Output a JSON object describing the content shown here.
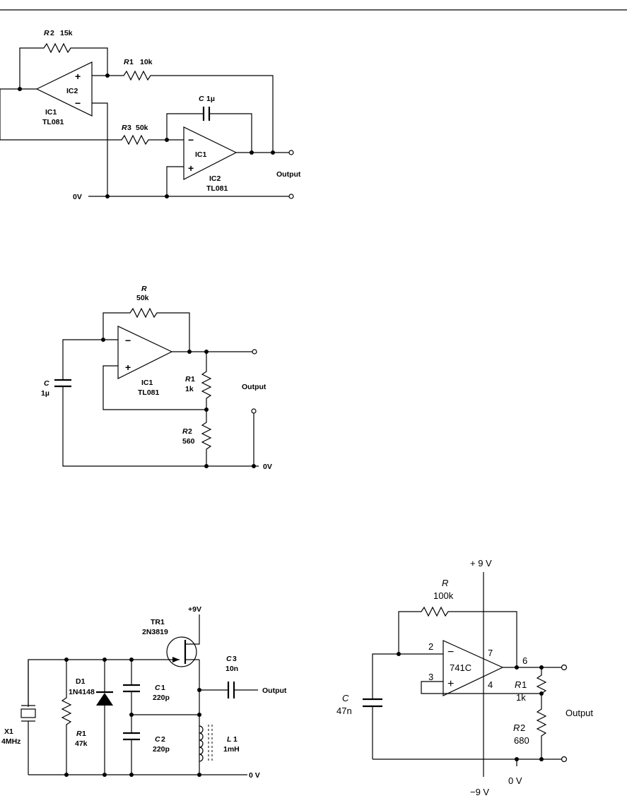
{
  "circuit1": {
    "r2": {
      "ref": "R",
      "num": "2",
      "value": "15k"
    },
    "r1": {
      "ref": "R",
      "num": "1",
      "value": "10k"
    },
    "r3": {
      "ref": "R",
      "num": "3",
      "value": "50k"
    },
    "c": {
      "ref": "C",
      "value": "1µ"
    },
    "opamp_left": {
      "inner": "IC2",
      "ref": "IC1",
      "part": "TL081"
    },
    "opamp_right": {
      "inner": "IC1",
      "ref": "IC2",
      "part": "TL081"
    },
    "plus": "+",
    "minus": "−",
    "output": "Output",
    "ground": "0V"
  },
  "circuit2": {
    "r": {
      "ref": "R",
      "value": "50k"
    },
    "c": {
      "ref": "C",
      "value": "1µ"
    },
    "r1": {
      "ref": "R",
      "num": "1",
      "value": "1k"
    },
    "r2": {
      "ref": "R",
      "num": "2",
      "value": "560"
    },
    "opamp": {
      "ref": "IC1",
      "part": "TL081"
    },
    "plus": "+",
    "minus": "−",
    "output": "Output",
    "ground": "0V"
  },
  "circuit3": {
    "supply": "+9V",
    "tr1": {
      "ref": "TR1",
      "part": "2N3819"
    },
    "d1": {
      "ref": "D1",
      "part": "1N4148"
    },
    "x1": {
      "ref": "X1",
      "value": "4MHz"
    },
    "r1": {
      "ref": "R",
      "num": "1",
      "value": "47k"
    },
    "c1": {
      "ref": "C",
      "num": "1",
      "value": "220p"
    },
    "c2": {
      "ref": "C",
      "num": "2",
      "value": "220p"
    },
    "c3": {
      "ref": "C",
      "num": "3",
      "value": "10n"
    },
    "l1": {
      "ref": "L",
      "num": "1",
      "value": "1mH"
    },
    "output": "Output",
    "ground": "0 V"
  },
  "circuit4": {
    "vplus": "+ 9 V",
    "vminus": "−9 V",
    "ground": "0 V",
    "r": {
      "ref": "R",
      "value": "100k"
    },
    "c": {
      "ref": "C",
      "value": "47n"
    },
    "r1": {
      "ref": "R",
      "num": "1",
      "value": "1k"
    },
    "r2": {
      "ref": "R",
      "num": "2",
      "value": "680"
    },
    "opamp": {
      "part": "741C"
    },
    "pins": {
      "p2": "2",
      "p3": "3",
      "p4": "4",
      "p6": "6",
      "p7": "7"
    },
    "plus": "+",
    "minus": "−",
    "output": "Output"
  }
}
